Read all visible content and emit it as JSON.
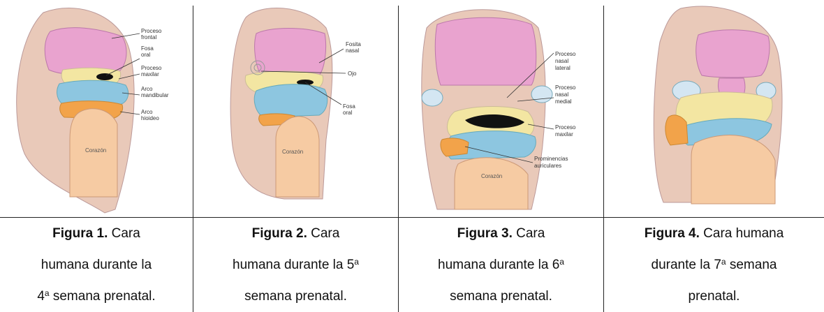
{
  "colors": {
    "skin": "#e9c9b9",
    "pink": "#e9a3cf",
    "yellow": "#f3e6a2",
    "blue": "#8dc6e0",
    "orange": "#f2a34a",
    "heart": "#f6cba3",
    "eye": "#d4e6f2",
    "dark": "#111111"
  },
  "figures": [
    {
      "labels": [
        "Proceso",
        "frontal",
        "Fosa",
        "oral",
        "Proceso",
        "maxilar",
        "Arco",
        "mandibular",
        "Arco",
        "hioideo"
      ],
      "heart": "Corazón",
      "caption": {
        "bold": "Figura 1.",
        "l1": "Cara",
        "l2": "humana durante la",
        "l3_num": "4",
        "l3_sup": "a",
        "l3_rest": "semana prenatal."
      }
    },
    {
      "labels": [
        "Fosita",
        "nasal",
        "Ojo",
        "Fosa",
        "oral"
      ],
      "heart": "Corazón",
      "caption": {
        "bold": "Figura 2.",
        "l1": "Cara",
        "l2": "humana durante la 5",
        "l2_sup": "a",
        "l3": "semana prenatal."
      }
    },
    {
      "labels": [
        "Proceso",
        "nasal",
        "lateral",
        "Proceso",
        "nasal",
        "medial",
        "Proceso",
        "maxilar",
        "Prominencias",
        "auriculares"
      ],
      "heart": "Corazón",
      "caption": {
        "bold": "Figura 3.",
        "l1": "Cara",
        "l2": "humana durante la 6",
        "l2_sup": "a",
        "l3": "semana prenatal."
      }
    },
    {
      "caption": {
        "bold": "Figura 4.",
        "l1": "Cara humana",
        "l2": "durante la 7",
        "l2_sup": "a",
        "l2_rest": "semana",
        "l3": "prenatal."
      }
    }
  ]
}
